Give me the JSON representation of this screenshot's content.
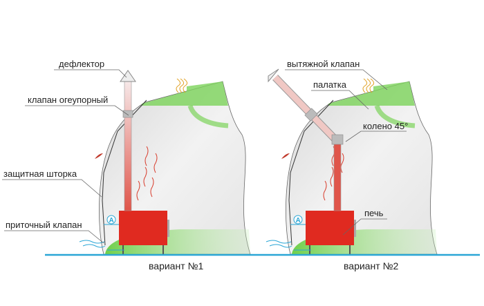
{
  "variant1": {
    "caption": "вариант №1",
    "labels": {
      "deflector": "дефлектор",
      "fire_valve": "клапан огеупорный",
      "shield": "защитная шторка",
      "inlet_valve": "приточный клапан"
    },
    "gap_marker": "A"
  },
  "variant2": {
    "caption": "вариант №2",
    "labels": {
      "exhaust_valve": "вытяжной клапан",
      "tent": "палатка",
      "elbow": "колено 45°",
      "stove": "печь"
    },
    "gap_marker": "A"
  },
  "colors": {
    "stove": "#e02a20",
    "ground": "#2aa6d6",
    "green": "#7cd35a",
    "heat": "#d83a2a",
    "airflow": "#2aa6d6"
  }
}
